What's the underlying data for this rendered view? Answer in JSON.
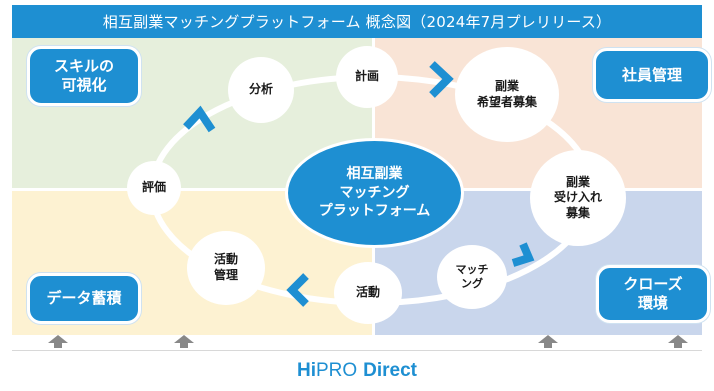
{
  "title": "相互副業マッチングプラットフォーム 概念図（2024年7月プレリリース）",
  "corners": {
    "skill": "スキルの\n可視化",
    "employee": "社員管理",
    "data": "データ蓄積",
    "closed": "クローズ\n環境"
  },
  "center": "相互副業\nマッチング\nプラットフォーム",
  "nodes": {
    "analysis": "分析",
    "plan": "計画",
    "applicants": "副業\n希望者募集",
    "accept": "副業\n受け入れ\n募集",
    "matching": "マッチ\nング",
    "activity": "活動",
    "activity_mgmt": "活動\n管理",
    "evaluation": "評価"
  },
  "footer": {
    "logo_hi": "Hi",
    "logo_pro": "PRO",
    "logo_direct": "Direct"
  },
  "colors": {
    "accent": "#1e8fd2",
    "quad_tl": "#e6efdc",
    "quad_tr": "#f9e4d6",
    "quad_bl": "#fdf2d2",
    "quad_br": "#c9d6ec"
  }
}
